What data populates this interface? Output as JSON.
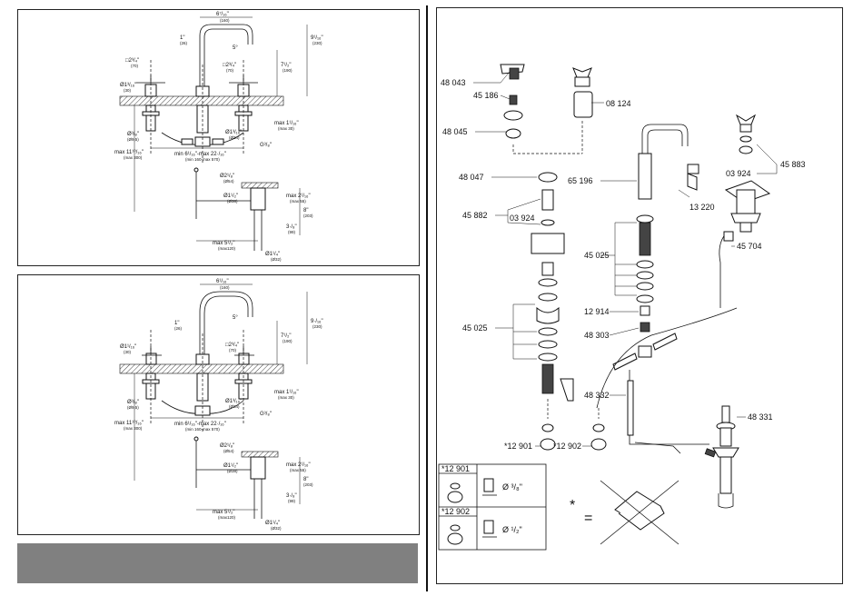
{
  "top_drawing": {
    "dims": {
      "spout_width": "6⁷/₁₆\"",
      "spout_width_mm": "(160)",
      "spout_gap": "1\"",
      "spout_gap_mm": "(26)",
      "angle": "5°",
      "total_height": "9¹/₁₆\"",
      "total_height_mm": "(230)",
      "mid_height": "7¹/₂\"",
      "mid_height_mm": "(190)",
      "sq_big": "□2³/₄\"",
      "sq_big_mm": "(70)",
      "sq_mid": "□2³/₄\"",
      "sq_mid_mm": "(70)",
      "base_dia": "Ø1³/₁₆\"",
      "base_dia_mm": "(30)",
      "thread": "Ø³/₈\"",
      "thread_mm": "(Ø9,5)",
      "connector": "Ø1³/₁₆\"",
      "connector_mm": "(Ø34)",
      "max_deck": "max 1¹/₁₆\"",
      "max_deck_mm": "(max 30)",
      "g_thread": "G³/₈\"",
      "spread": "min 6¹/₁₆\"-max 22·/₁₆\"",
      "spread_mm": "(min 160-max 570)",
      "max_depth": "max 11¹⁰/₁₆\"",
      "max_depth_mm": "(max 300)",
      "drain_dia": "Ø2¹/₈\"",
      "drain_dia_mm": "(Ø54)",
      "drain_dia2": "Ø1¹/₂\"",
      "drain_dia2_mm": "(Ø38)",
      "drain_max": "max 2¹/₁₆\"",
      "drain_max_mm": "(max 55)",
      "drain_8": "8\"",
      "drain_8_mm": "(203)",
      "drain_3": "3·/₈\"",
      "drain_3_mm": "(99)",
      "drain_5": "max 5¹/₂\"",
      "drain_5_mm": "(max120)",
      "drain_tail": "Ø1¹/₄\"",
      "drain_tail_mm": "(Ø32)"
    }
  },
  "bottom_drawing": {
    "dims": {
      "spout_width": "6¹/₁₆\"",
      "spout_width_mm": "(160)",
      "spout_gap": "1\"",
      "spout_gap_mm": "(26)",
      "angle": "5°",
      "total_height": "9·/₁₆\"",
      "total_height_mm": "(230)",
      "mid_height": "7¹/₂\"",
      "mid_height_mm": "(190)",
      "sq_big": "□2³/₄\"",
      "sq_big_mm": "(70)",
      "base_dia": "Ø1¹/₁₆\"",
      "base_dia_mm": "(30)",
      "thread": "Ø³/₈\"",
      "thread_mm": "(Ø9,5)",
      "connector": "Ø1³/₁₆\"",
      "connector_mm": "(Ø34)",
      "max_deck": "max 1¹/₁₆\"",
      "max_deck_mm": "(max 30)",
      "g_thread": "G³/₈\"",
      "spread": "min 6¹/₁₆\"-max 22·/₁₆\"",
      "spread_mm": "(min 160-max 570)",
      "max_depth": "max 11¹⁰/₁₆\"",
      "max_depth_mm": "(max 300)",
      "drain_dia": "Ø2¹/₈\"",
      "drain_dia_mm": "(Ø54)",
      "drain_dia2": "Ø1¹/₂\"",
      "drain_dia2_mm": "(Ø38)",
      "drain_max": "max 2¹/₁₆\"",
      "drain_max_mm": "(max 55)",
      "drain_8": "8\"",
      "drain_8_mm": "(203)",
      "drain_3": "3·/₈\"",
      "drain_3_mm": "(99)",
      "drain_5": "max 5¹/₂\"",
      "drain_5_mm": "(max120)",
      "drain_tail": "Ø1¹/₄\"",
      "drain_tail_mm": "(Ø32)"
    }
  },
  "parts": {
    "p48043": "48 043",
    "p45186": "45 186",
    "p08124": "08 124",
    "p48045": "48 045",
    "p48047": "48 047",
    "p65196": "65 196",
    "p45882": "45 882",
    "p03924a": "03 924",
    "p13220": "13 220",
    "p03924b": "03 924",
    "p45883": "45 883",
    "p45025a": "45 025",
    "p45704": "45 704",
    "p45025b": "45 025",
    "p12914": "12 914",
    "p48303": "48 303",
    "p48332": "48 332",
    "p48331": "48 331",
    "p12901": "*12 901",
    "p12902": "*12 902"
  },
  "legend": {
    "row1_code": "*12 901",
    "row1_size": "Ø ³/₈\"",
    "row2_code": "*12 902",
    "row2_size": "Ø ¹/₂\"",
    "star": "*",
    "equals": "="
  }
}
